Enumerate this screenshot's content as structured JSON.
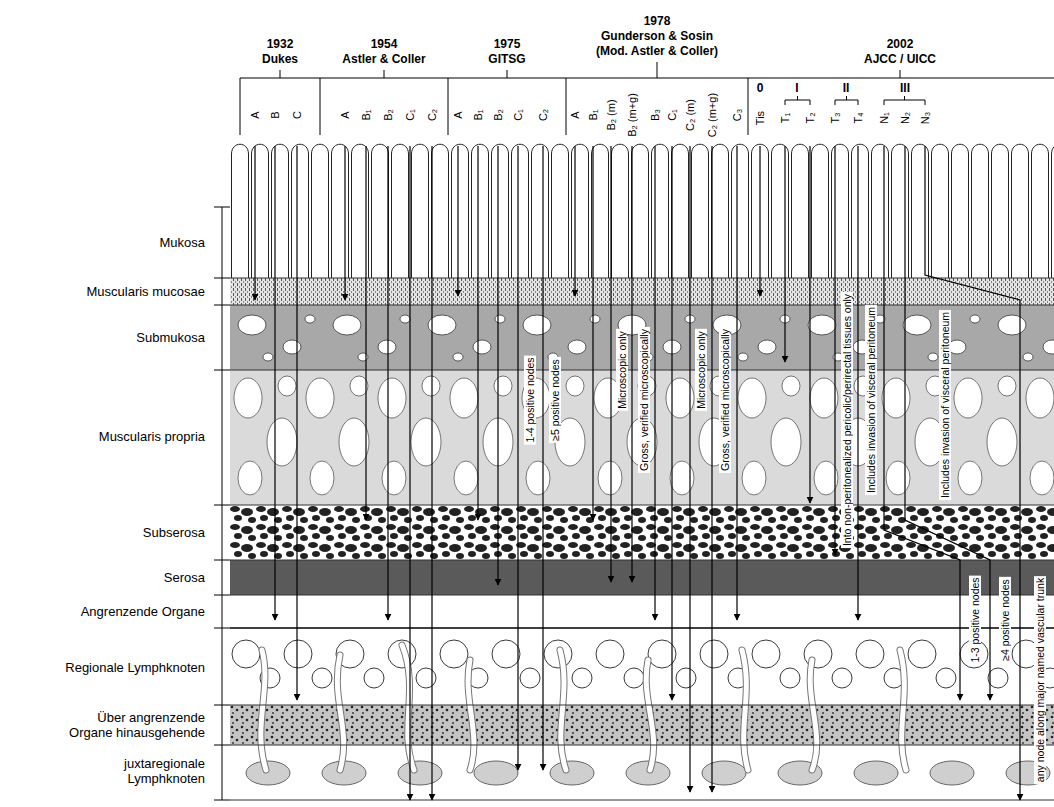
{
  "diagram": {
    "labels": [
      "1932",
      "Dukes",
      "1954",
      "Astler & Coller",
      "1975",
      "GITSG",
      "1978",
      "Gunderson & Sosin",
      "(Mod. Astler & Coller)",
      "2002",
      "AJCC / UICC",
      "0",
      "I",
      "II",
      "III",
      "A",
      "B",
      "C",
      "A",
      "B₁",
      "B₂",
      "C₁",
      "C₂",
      "A",
      "B₁",
      "B₂",
      "C₁",
      "C₂",
      "A",
      "B₁",
      "B₂ (m)",
      "B₂ (m+g)",
      "B₃",
      "C₁",
      "C₂ (m)",
      "C₂ (m+g)",
      "C₃",
      "Tis",
      "T₁",
      "T₂",
      "T₃",
      "T₄",
      "N₁",
      "N₂",
      "N₃",
      "Mukosa",
      "Muscularis mucosae",
      "Submukosa",
      "Muscularis propria",
      "Subserosa",
      "Serosa",
      "Angrenzende Organe",
      "Regionale Lymphknoten",
      "Über angrenzende Organe hinausgehende",
      "juxtaregionale Lymphknoten",
      "1-4 positive nodes",
      "≥5 positive nodes",
      "Microscopic only",
      "Gross, verified microscopically",
      "Microscopic only",
      "Gross, verified microscopically",
      "Into non-peritonealized pericolic/perirectal tissues only",
      "Includes invasion of visceral peritoneum",
      "Includes invasion of visceral peritoneum",
      "1-3 positive nodes",
      "≥4 positive nodes",
      "any node along major named vascular trunk"
    ]
  }
}
